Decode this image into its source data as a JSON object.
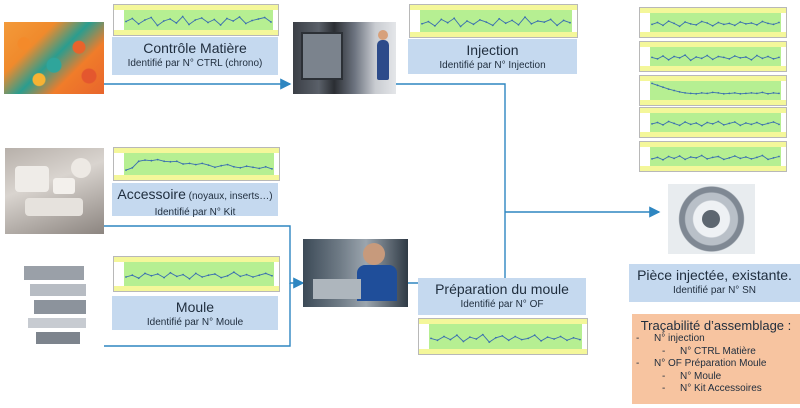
{
  "nodes": {
    "controle": {
      "title": "Contrôle Matière",
      "subtitle": "Identifié par N° CTRL (chrono)"
    },
    "injection": {
      "title": "Injection",
      "subtitle": "Identifié par N° Injection"
    },
    "accessoire": {
      "title_main": "Accessoire",
      "title_small": " (noyaux, inserts…)",
      "subtitle": "Identifié par N° Kit"
    },
    "moule": {
      "title": "Moule",
      "subtitle": "Identifié par N° Moule"
    },
    "preparation": {
      "title": "Préparation du moule",
      "subtitle": "Identifié par N° OF"
    },
    "piece": {
      "title": "Pièce injectée, existante.",
      "subtitle": "Identifié par N° SN"
    }
  },
  "traceability": {
    "title": "Traçabilité d’assemblage :",
    "items": [
      {
        "level": 1,
        "marker": "-",
        "text": "N° injection"
      },
      {
        "level": 2,
        "marker": "-",
        "text": "N° CTRL Matière"
      },
      {
        "level": 1,
        "marker": "-",
        "text": "N° OF Préparation Moule"
      },
      {
        "level": 2,
        "marker": "-",
        "text": "N° Moule"
      },
      {
        "level": 2,
        "marker": "-",
        "text": "N° Kit Accessoires"
      }
    ]
  },
  "colors": {
    "label_bg": "#c5d9ef",
    "trace_bg": "#f7c4a0",
    "arrow": "#2e86c1",
    "plot_green": "#b6ef92",
    "plot_yellow": "#f4f79a",
    "series": "#3a6fb0"
  },
  "chart_data": [
    {
      "type": "line",
      "values": [
        52,
        58,
        47,
        55,
        60,
        44,
        53,
        57,
        49,
        62,
        46,
        55,
        59,
        50,
        56,
        45,
        58,
        53,
        61,
        48,
        54,
        57,
        60,
        51
      ]
    },
    {
      "type": "line",
      "values": [
        50,
        54,
        46,
        58,
        52,
        60,
        45,
        55,
        49,
        57,
        53,
        47,
        59,
        51,
        56,
        48,
        62,
        50,
        55,
        53,
        58,
        47,
        56,
        52
      ]
    },
    {
      "type": "line",
      "values": [
        44,
        48,
        60,
        62,
        61,
        63,
        60,
        59,
        60,
        55,
        56,
        54,
        56,
        53,
        49,
        52,
        54,
        50,
        48,
        51,
        49,
        47,
        50,
        46
      ]
    },
    {
      "type": "line",
      "values": [
        50,
        53,
        48,
        56,
        52,
        55,
        49,
        57,
        51,
        54,
        47,
        56,
        50,
        53,
        55,
        49,
        52,
        58,
        51,
        54,
        50,
        53,
        56,
        52
      ]
    },
    {
      "type": "line",
      "values": [
        52,
        49,
        55,
        50,
        57,
        47,
        54,
        51,
        58,
        46,
        53,
        56,
        49,
        55,
        50,
        52,
        57,
        48,
        54,
        51,
        55,
        49,
        53,
        50
      ]
    },
    {
      "type": "line",
      "values": [
        51,
        55,
        49,
        58,
        53,
        47,
        56,
        52,
        50,
        57,
        54,
        48,
        55,
        51,
        53,
        49,
        56,
        52,
        54,
        50,
        57,
        53,
        51,
        55
      ]
    },
    {
      "type": "line",
      "values": [
        53,
        50,
        56,
        48,
        55,
        52,
        58,
        47,
        54,
        51,
        57,
        49,
        55,
        53,
        50,
        56,
        52,
        54,
        48,
        57,
        51,
        55,
        50,
        53
      ]
    },
    {
      "type": "line",
      "values": [
        70,
        66,
        62,
        58,
        55,
        52,
        50,
        49,
        48,
        50,
        49,
        51,
        50,
        48,
        49,
        50,
        48,
        49,
        50,
        49,
        51,
        48,
        50,
        49
      ]
    },
    {
      "type": "line",
      "values": [
        52,
        55,
        50,
        57,
        53,
        49,
        56,
        51,
        54,
        48,
        55,
        52,
        57,
        50,
        53,
        56,
        49,
        54,
        51,
        55,
        50,
        53,
        56,
        51
      ]
    },
    {
      "type": "line",
      "values": [
        50,
        53,
        48,
        55,
        51,
        56,
        49,
        54,
        52,
        57,
        50,
        53,
        55,
        49,
        52,
        56,
        51,
        54,
        50,
        53,
        57,
        49,
        52,
        55
      ]
    }
  ]
}
